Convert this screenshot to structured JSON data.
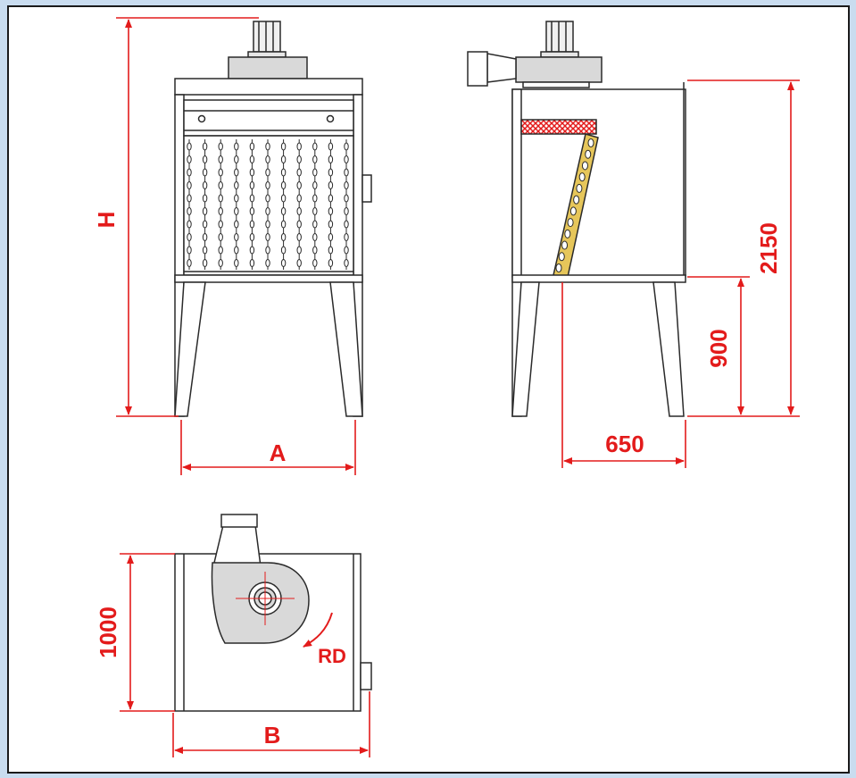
{
  "colors": {
    "dimension": "#e31b1b",
    "outline": "#2a2a2a",
    "fill_light": "#d9d9d9",
    "filter_red": "#e31b1b",
    "filter_yellow": "#e6c65a",
    "background": "#c9dcef"
  },
  "labels": {
    "H": "H",
    "A": "A",
    "dim_2150": "2150",
    "dim_900": "900",
    "dim_650": "650",
    "dim_1000": "1000",
    "B": "B",
    "RD": "RD"
  }
}
